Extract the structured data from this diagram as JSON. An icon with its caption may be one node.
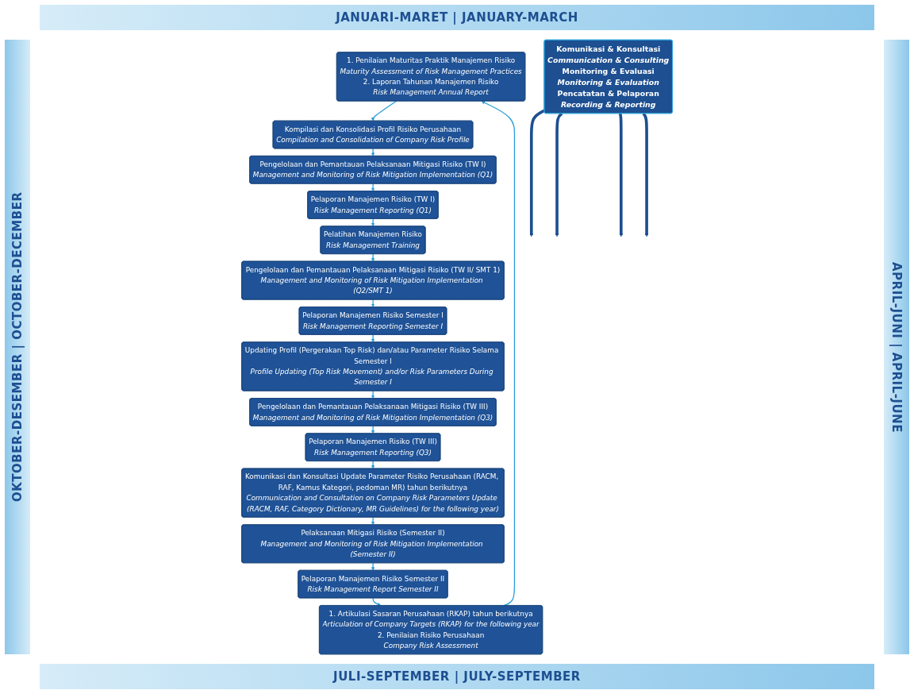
{
  "diagram": {
    "nodes": [
      {
        "text": [
          "1. Penilaian Maturitas Praktik Manajemen Risiko",
          "Maturity Assessment of Risk Management Practices",
          "2. Laporan Tahunan Manajemen Risiko",
          "Risk Management Annual Report"
        ]
      },
      {
        "text": [
          "Kompilasi dan Konsolidasi Profil Risiko Perusahaan",
          "Compilation and Consolidation of Company Risk Profile"
        ]
      },
      {
        "text": [
          "Pengelolaan dan Pemantauan Pelaksanaan Mitigasi Risiko (TW I)",
          "Management and Monitoring of Risk Mitigation Implementation (Q1)"
        ]
      },
      {
        "text": [
          "Pelaporan Manajemen Risiko (TW I)",
          "Risk Management Reporting (Q1)"
        ]
      },
      {
        "text": [
          "Pelatihan Manajemen Risiko",
          "Risk Management Training"
        ]
      },
      {
        "text": [
          "Pengelolaan dan Pemantauan Pelaksanaan Mitigasi Risiko (TW II/ SMT 1)",
          "Management and Monitoring of Risk Mitigation Implementation (Q2/SMT 1)"
        ]
      },
      {
        "text": [
          "Pelaporan Manajemen Risiko Semester I",
          "Risk Management Reporting Semester I"
        ]
      },
      {
        "text": [
          "Updating Profil (Pergerakan Top Risk) dan/atau Parameter Risiko Selama Semester I",
          "Profile Updating (Top Risk Movement) and/or Risk Parameters During Semester I"
        ]
      },
      {
        "text": [
          "Pengelolaan dan Pemantauan Pelaksanaan Mitigasi Risiko (TW III)",
          "Management and Monitoring of Risk Mitigation Implementation (Q3)"
        ]
      },
      {
        "text": [
          "Pelaporan Manajemen Risiko (TW III)",
          "Risk Management Reporting (Q3)"
        ]
      },
      {
        "text": [
          "Komunikasi dan Konsultasi Update Parameter Risiko Perusahaan (RACM, RAF, Kamus Kategori, pedoman MR) tahun berikutnya",
          "Communication and Consultation on Company Risk Parameters Update (RACM, RAF, Category Dictionary, MR Guidelines) for the following year)"
        ]
      },
      {
        "text": [
          "Pelaksanaan Mitigasi Risiko (Semester II)",
          "Management and Monitoring of Risk Mitigation Implementation (Semester II)"
        ]
      },
      {
        "text": [
          "Pelaporan Manajemen Risiko Semester II",
          "Risk Management Report Semester II"
        ]
      },
      {
        "text": [
          "1. Artikulasi Sasaran Perusahaan (RKAP) tahun berikutnya",
          "Articulation of Company Targets (RKAP) for the following year",
          "2. Penilaian Risiko Perusahaan",
          "Company Risk Assessment"
        ]
      },
      {
        "text": [
          "Komunikasi & Konsultasi",
          "Communication & Consulting",
          "Monitoring & Evaluasi",
          "Monitoring & Evaluation",
          "Pencatatan & Pelaporan",
          "Recording & Reporting"
        ]
      }
    ],
    "edges": [
      {
        "from": 0,
        "to": 1,
        "arrow": "to"
      },
      {
        "from": 1,
        "to": 2,
        "arrow": "to"
      },
      {
        "from": 2,
        "to": 3,
        "arrow": "to"
      },
      {
        "from": 3,
        "to": 4,
        "arrow": "to"
      },
      {
        "from": 4,
        "to": 5,
        "arrow": "to"
      },
      {
        "from": 5,
        "to": 6,
        "arrow": "to"
      },
      {
        "from": 6,
        "to": 7,
        "arrow": "to"
      },
      {
        "from": 7,
        "to": 8,
        "arrow": "to"
      },
      {
        "from": 8,
        "to": 9,
        "arrow": "to"
      },
      {
        "from": 9,
        "to": 10,
        "arrow": "to"
      },
      {
        "from": 10,
        "to": 11,
        "arrow": "to"
      },
      {
        "from": 11,
        "to": 12,
        "arrow": "to"
      },
      {
        "from": 12,
        "to": 13,
        "arrow": "to"
      },
      {
        "from": 13,
        "to": 0,
        "arrow": "to"
      },
      {
        "from": 14,
        "to": null,
        "arrow": "to",
        "style": "thick",
        "color": "#1d4f91"
      },
      {
        "from": 14,
        "to": null,
        "arrow": "to",
        "style": "thick",
        "color": "#1d4f91"
      },
      {
        "from": 14,
        "to": null,
        "arrow": "to",
        "style": "thick",
        "color": "#1d4f91"
      },
      {
        "from": 14,
        "to": null,
        "arrow": "to",
        "style": "thick",
        "color": "#1d4f91"
      }
    ],
    "labels": [
      "JANUARI-MARET | JANUARY-MARCH",
      "OKTOBER-DESEMBER | OCTOBER-DECEMBER",
      "APRIL-JUNI | APRIL-JUNE",
      "JULI-SEPTEMBER | JULY-SEPTEMBER"
    ]
  }
}
